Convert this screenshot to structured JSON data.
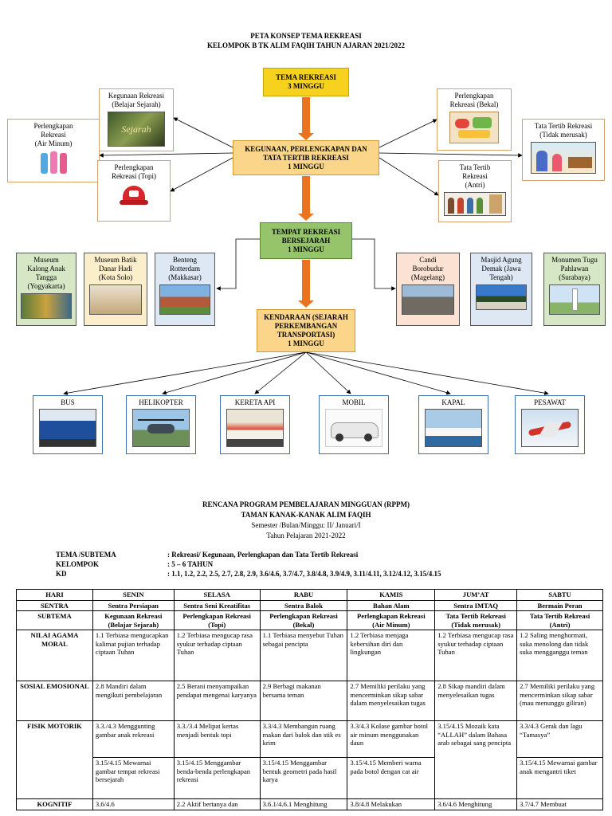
{
  "header": {
    "line1": "PETA KONSEP TEMA REKREASI",
    "line2": "KELOMPOK B TK ALIM FAQIH TAHUN AJARAN 2021/2022"
  },
  "concept_map": {
    "tema": {
      "line1": "TEMA REKREASI",
      "line2": "3 MINGGU"
    },
    "subtema1": {
      "line1": "KEGUNAAN, PERLENGKAPAN DAN",
      "line2": "TATA TERTIB REKREASI",
      "line3": "1 MINGGU"
    },
    "subtema2": {
      "line1": "TEMPAT REKREASI",
      "line2": "BERSEJARAH",
      "line3": "1 MINGGU"
    },
    "subtema3": {
      "line1": "KENDARAAN (SEJARAH",
      "line2": "PERKEMBANGAN",
      "line3": "TRANSPORTASI)",
      "line4": "1 MINGGU"
    },
    "left_items": [
      {
        "l1": "Kegunaan Rekreasi",
        "l2": "(Belajar Sejarah)",
        "img": "Sejarah"
      },
      {
        "l1": "Perlengkapan",
        "l2": "Rekreasi",
        "l3": "(Air Minum)"
      },
      {
        "l1": "Perlengkapan",
        "l2": "Rekreasi (Topi)"
      }
    ],
    "right_items": [
      {
        "l1": "Perlengkapan",
        "l2": "Rekreasi (Bekal)"
      },
      {
        "l1": "Tata Tertib Rekreasi",
        "l2": "(Tidak merusak)"
      },
      {
        "l1": "Tata Tertib",
        "l2": "Rekreasi",
        "l3": "(Antri)"
      }
    ],
    "places": [
      {
        "l1": "Museum",
        "l2": "Kalong Anak",
        "l3": "Tangga",
        "l4": "(Yogyakarta)"
      },
      {
        "l1": "Museum Batik",
        "l2": "Danar Hadi",
        "l3": "(Kota Solo)"
      },
      {
        "l1": "Benteng",
        "l2": "Rotterdam",
        "l3": "(Makkasar)"
      },
      {
        "l1": "Candi",
        "l2": "Borobudur",
        "l3": "(Magelang)"
      },
      {
        "l1": "Masjid Agung",
        "l2": "Demak (Jawa",
        "l3": "Tengah)"
      },
      {
        "l1": "Monumen Tugu",
        "l2": "Pahlawan",
        "l3": "(Surabaya)"
      }
    ],
    "vehicles": [
      "BUS",
      "HELIKOPTER",
      "KERETA API",
      "MOBIL",
      "KAPAL",
      "PESAWAT"
    ]
  },
  "rppm": {
    "title1": "RENCANA PROGRAM PEMBELAJARAN MINGGUAN (RPPM)",
    "title2": "TAMAN KANAK-KANAK  ALIM FAQIH",
    "title3": "Semester /Bulan/Minggu: II/ Januari/I",
    "title4": "Tahun Pelajaran 2021-2022",
    "tema_label": "TEMA /SUBTEMA",
    "tema_value": ": Rekreasi/ Kegunaan, Perlengkapan dan Tata Tertib Rekreasi",
    "kelompok_label": "KELOMPOK",
    "kelompok_value": ": 5 – 6 TAHUN",
    "kd_label": "KD",
    "kd_value": ": 1.1, 1.2, 2.2, 2.5, 2.7, 2.8, 2.9, 3.6/4.6, 3.7/4.7, 3.8/4.8, 3.9/4.9, 3.11/4.11, 3.12/4.12, 3.15/4.15"
  },
  "table": {
    "days": [
      "HARI",
      "SENIN",
      "SELASA",
      "RABU",
      "KAMIS",
      "JUM’AT",
      "SABTU"
    ],
    "sentra": [
      "SENTRA",
      "Sentra Persiapan",
      "Sentra Seni Kreatifitas",
      "Sentra Balok",
      "Bahan Alam",
      "Sentra IMTAQ",
      "Bermain Peran"
    ],
    "subtema": [
      "SUBTEMA",
      "Kegunaan Rekreasi (Belajar Sejarah)",
      "Perlengkapan Rekreasi (Topi)",
      "Perlengkapan Rekreasi (Bekal)",
      "Perlengkapan Rekreasi (Air Minum)",
      "Tata Tertib Rekreasi (Tidak merusak)",
      "Tata Tertib Rekreasi (Antri)"
    ],
    "nam": [
      "NILAI AGAMA MORAL",
      "1.1 Terbiasa mengucapkan kalimat pujian terhadap ciptaan Tuhan",
      "1.2 Terbiasa mengucap rasa syukur terhadap ciptaan Tuhan",
      "1.1 Terbiasa menyebut Tuhan sebagai  pencipta",
      "1.2 Terbiasa menjaga kebersihan diri dan lingkungan",
      "1.2 Terbiasa mengucap rasa syukur terhadap ciptaan Tuhan",
      "1.2 Saling menghormati, suka menolong dan tidak suka mengganggu teman"
    ],
    "sosem": [
      "SOSIAL EMOSIONAL",
      "2.8 Mandiri dalam mengikuti pembelajaran",
      "2.5 Berani menyampaikan pendapat mengenai karyanya",
      "2.9 Berbagi makanan bersama teman",
      "2.7  Memiliki perilaku yang mencerminkan sikap sabar dalam menyelesaikan tugas",
      "2.8 Sikap mandiri dalam menyelesaikan tugas",
      "2.7  Memiliki perilaku yang mencerminkan sikap sabar (mau menunggu giliran)"
    ],
    "fm_label": "FISIK MOTORIK",
    "fm_a": [
      "3.3./4.3 Menggunting gambar anak rekreasi",
      "3.3./3.4 Melipat kertas menjadi bentuk topi",
      "3.3/4.3 Membangun ruang makan dari balok dan stik es krim",
      "3.3/4.3 Kolase gambar botol air minum menggunakan daun",
      "3.15/4.15 Mozaik kata “ALLAH” dalam Bahasa arab sebagai sang pencipta",
      "3.3/4.3 Gerak dan lagu “Tamasya”"
    ],
    "fm_b": [
      "3.15/4.15 Mewarnai gambar tempat rekreasi bersejarah",
      "3.15/4.15 Menggambar benda-benda perlengkapan rekreasi",
      "3.15/4.15 Menggambar bentuk geometri pada hasil karya",
      "3.15/4.15 Memberi warna pada botol dengan cat air",
      "",
      "3.15/4.15 Mewarnai gambar anak mengantri tiket"
    ],
    "kog": [
      "KOGNITIF",
      "3.6/4.6",
      "2.2 Aktif bertanya dan",
      "3.6.1/4.6.1 Menghitung",
      "3.8/4.8 Melakukan",
      "3.6/4.6 Menghitung",
      "3.7/4.7 Membuat"
    ]
  }
}
